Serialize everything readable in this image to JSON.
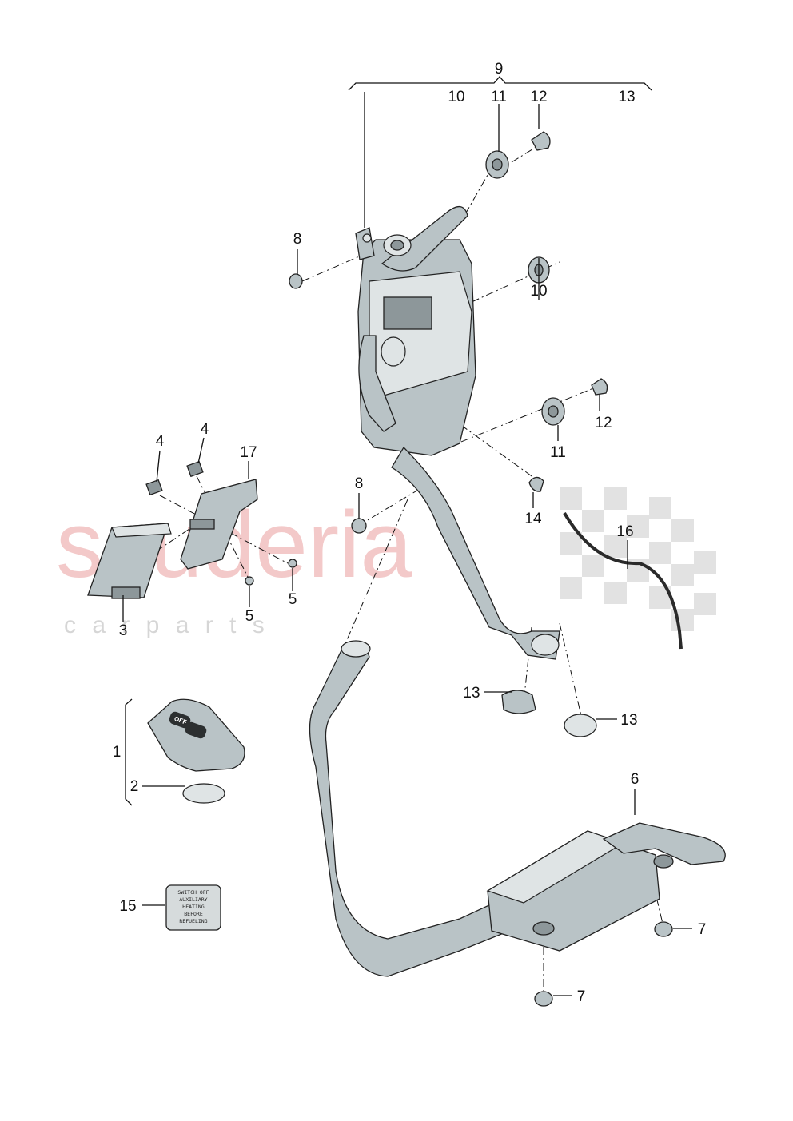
{
  "watermark": {
    "main": "scuderia",
    "sub": "c a r  p a r t s"
  },
  "callouts": {
    "c1": "1",
    "c2": "2",
    "c3": "3",
    "c4a": "4",
    "c4b": "4",
    "c5a": "5",
    "c5b": "5",
    "c6": "6",
    "c7a": "7",
    "c7b": "7",
    "c8a": "8",
    "c8b": "8",
    "c9": "9",
    "c10a": "10",
    "c10b": "10",
    "c11a": "11",
    "c11b": "11",
    "c12a": "12",
    "c12b": "12",
    "c13a": "13",
    "c13b": "13",
    "c13c": "13",
    "c14": "14",
    "c15": "15",
    "c16": "16",
    "c17": "17"
  },
  "sticker": {
    "lines": [
      "SWITCH OFF",
      "AUXILIARY",
      "HEATING",
      "BEFORE",
      "REFUELING"
    ]
  },
  "remote": {
    "key_off": "OFF"
  }
}
